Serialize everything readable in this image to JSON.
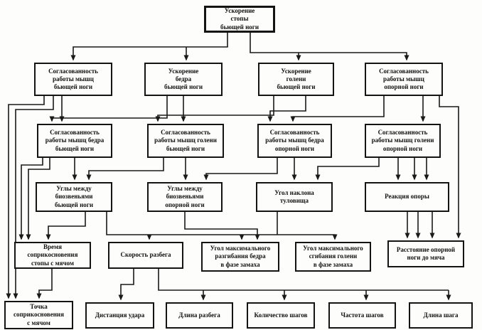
{
  "diagram": {
    "type": "flowchart",
    "language": "ru",
    "background_color": "#fdfdfb",
    "line_color": "#1a1a1a",
    "box_border_color": "#141414",
    "nodes": [
      {
        "id": "foot-acceleration",
        "label": "Ускорение\nстопы\nбьющей ноги"
      },
      {
        "id": "kicking-leg-muscles-coordination",
        "label": "Согласованность\nработы мышц\nбьющей ноги"
      },
      {
        "id": "hip-acceleration",
        "label": "Ускорение\nбедра\nбьющей ноги"
      },
      {
        "id": "shin-acceleration",
        "label": "Ускорение\nголени\nбьющей ноги"
      },
      {
        "id": "support-leg-muscles-coordination",
        "label": "Согласованность\nработы мышц\nопорной ноги"
      },
      {
        "id": "kicking-hip-muscles-coordination",
        "label": "Согласованность\nработы мышц бедра\nбьющей ноги"
      },
      {
        "id": "kicking-shin-muscles-coordination",
        "label": "Согласованность\nработы мышц голени\nбьющей ноги"
      },
      {
        "id": "support-hip-muscles-coordination",
        "label": "Согласованность\nработы мышц бедра\nопорной ноги"
      },
      {
        "id": "support-shin-muscles-coordination",
        "label": "Согласованность\nработы мышц голени\nопорной ноги"
      },
      {
        "id": "kicking-leg-angles",
        "label": "Углы между\nбиозвеньями\nбьющей ноги"
      },
      {
        "id": "support-leg-angles",
        "label": "Углы между\nбиозвеньями\nопорной ноги"
      },
      {
        "id": "torso-angle",
        "label": "Угол наклона\nтуловища"
      },
      {
        "id": "support-reaction",
        "label": "Реакция опоры"
      },
      {
        "id": "contact-time",
        "label": "Время\nсоприкосновения\nстопы с мячом"
      },
      {
        "id": "runup-speed",
        "label": "Скорость разбега"
      },
      {
        "id": "hip-extension-angle",
        "label": "Угол максимального\nразгибания бедра\nв фазе замаха"
      },
      {
        "id": "shin-flexion-angle",
        "label": "Угол максимального\nсгибания голени\nв фазе замаха"
      },
      {
        "id": "support-foot-distance",
        "label": "Расстояние опорной\nноги до мяча"
      },
      {
        "id": "contact-point",
        "label": "Точка\nсоприкосновения\nс мячом"
      },
      {
        "id": "strike-distance",
        "label": "Дистанция удара"
      },
      {
        "id": "runup-length",
        "label": "Длина разбега"
      },
      {
        "id": "step-count",
        "label": "Количество шагов"
      },
      {
        "id": "step-frequency",
        "label": "Частота шагов"
      },
      {
        "id": "step-length",
        "label": "Длина шага"
      }
    ]
  }
}
